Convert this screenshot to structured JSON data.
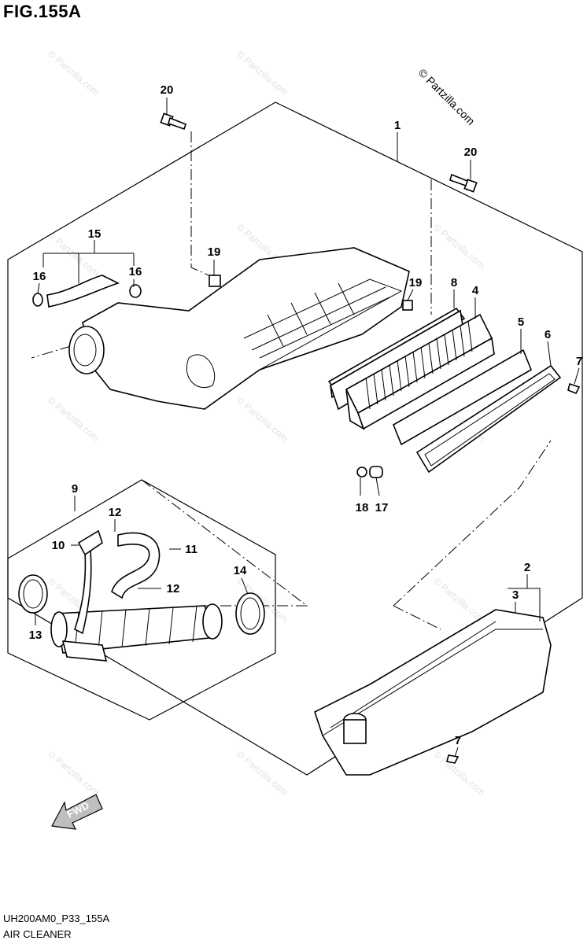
{
  "figure": {
    "title": "FIG.155A",
    "code": "UH200AM0_P33_155A",
    "caption": "AIR CLEANER"
  },
  "copyright": "© Partzilla.com",
  "watermark": "© Partzilla.com",
  "fwd_label": "FWD",
  "callouts": {
    "c1": "1",
    "c2": "2",
    "c3": "3",
    "c4": "4",
    "c5": "5",
    "c6": "6",
    "c7a": "7",
    "c7b": "7",
    "c8": "8",
    "c9": "9",
    "c10": "10",
    "c11": "11",
    "c12a": "12",
    "c12b": "12",
    "c13": "13",
    "c14": "14",
    "c15": "15",
    "c16a": "16",
    "c16b": "16",
    "c17": "17",
    "c18": "18",
    "c19a": "19",
    "c19b": "19",
    "c20a": "20",
    "c20b": "20"
  }
}
